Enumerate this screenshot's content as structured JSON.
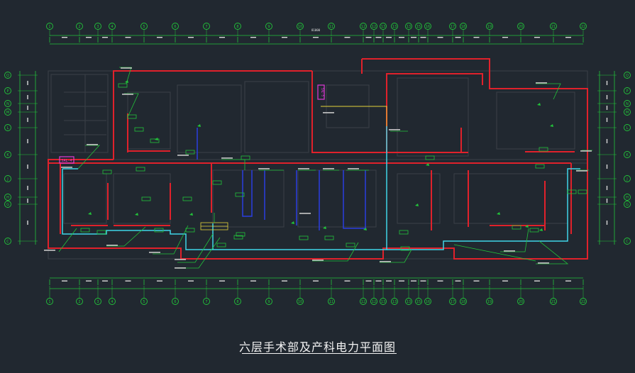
{
  "drawing": {
    "title": "六层手术部及产科电力平面图",
    "colors": {
      "background": "#212830",
      "axis": "#22c43a",
      "wall": "#e0212b",
      "cable_cyan": "#3fd6e8",
      "cable_blue": "#2a3de0",
      "cable_yellow": "#e3d23a",
      "tag_magenta": "#e03ad8",
      "label": "#e6e6e6",
      "faint_plan": "#3b4047"
    },
    "column_axes": [
      "1",
      "2",
      "3",
      "4",
      "5",
      "6",
      "7",
      "8",
      "9",
      "10",
      "11",
      "12",
      "12",
      "13",
      "13",
      "13",
      "15",
      "16",
      "17",
      "18",
      "19",
      "20",
      "21",
      "22"
    ],
    "row_axes_left": [
      "Q",
      "P",
      "N",
      "M",
      "L",
      "K",
      "J",
      "H",
      "G",
      "C"
    ],
    "row_axes_right": [
      "Q",
      "P",
      "N",
      "M",
      "L",
      "K",
      "J",
      "H",
      "G",
      "C"
    ],
    "top_total_dimension": "81000",
    "cabinet_tags": {
      "left": "5AL-4",
      "center": "5AL-5"
    }
  }
}
